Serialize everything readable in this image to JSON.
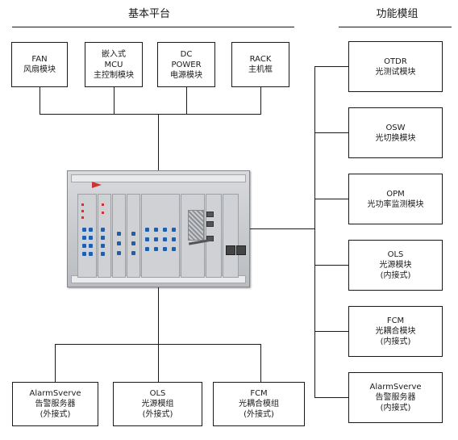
{
  "headers": {
    "left": "基本平台",
    "right": "功能模组"
  },
  "platform_modules": [
    {
      "line1": "FAN",
      "line2": "风扇模块",
      "line3": ""
    },
    {
      "line1": "嵌入式",
      "line2": "MCU",
      "line3": "主控制模块"
    },
    {
      "line1": "DC",
      "line2": "POWER",
      "line3": "电源模块"
    },
    {
      "line1": "RACK",
      "line2": "主机框",
      "line3": ""
    }
  ],
  "function_modules": [
    {
      "line1": "OTDR",
      "line2": "光测试模块",
      "line3": ""
    },
    {
      "line1": "OSW",
      "line2": "光切换模块",
      "line3": ""
    },
    {
      "line1": "OPM",
      "line2": "光功率监测模块",
      "line3": ""
    },
    {
      "line1": "OLS",
      "line2": "光源模块",
      "line3": "(内接式)"
    },
    {
      "line1": "FCM",
      "line2": "光耦合模块",
      "line3": "(内接式)"
    },
    {
      "line1": "AlarmSverve",
      "line2": "告警服务器",
      "line3": "(内接式)"
    }
  ],
  "external_modules": [
    {
      "line1": "AlarmSverve",
      "line2": "告警服务器",
      "line3": "(外接式)"
    },
    {
      "line1": "OLS",
      "line2": "光源模组",
      "line3": "(外接式)"
    },
    {
      "line1": "FCM",
      "line2": "光耦合模组",
      "line3": "(外接式)"
    }
  ]
}
